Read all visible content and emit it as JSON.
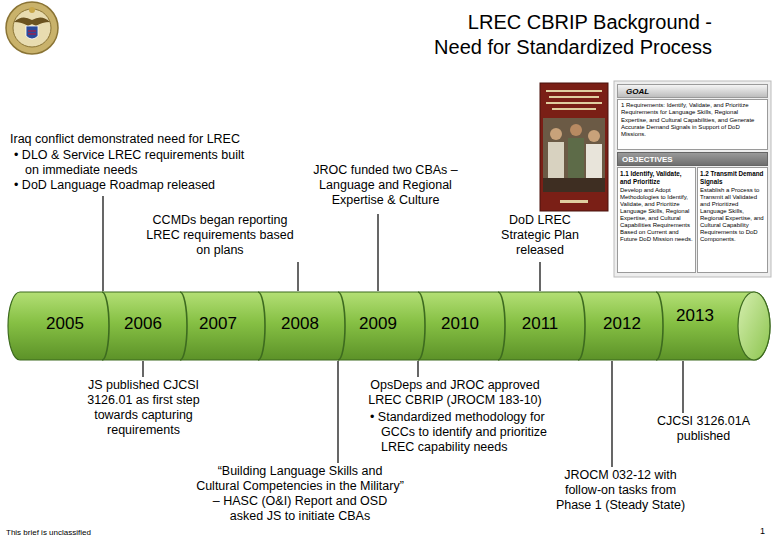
{
  "diagram": {
    "title": "LREC CBRIP Background - Need for Standardized Process",
    "nodes": [
      {
        "text": [
          "GOAL"
        ]
      },
      {
        "text": [
          "1 Requirements: Identify, Validate, and Prioritize Requirements for Language Skills, Regional Expertise, and Cultural Capabilities, and Generate Accurate Demand Signals in Support of DoD Missions."
        ]
      },
      {
        "text": [
          "OBJECTIVES"
        ]
      },
      {
        "text": [
          "1.1 Identify, Validate, and Prioritize",
          "Develop and Adopt Methodologies to Identify, Validate, and Prioritize Language Skills, Regional Expertise, and Cultural Capabilities Requirements Based on Current and Future DoD Mission needs."
        ]
      },
      {
        "text": [
          "1.2 Transmit Demand Signals",
          "Establish a Process to Transmit all Validated and Prioritized Language Skills, Regional Expertise, and Cultural Capability Requirements to DoD Components."
        ]
      },
      {
        "text": [
          "2005",
          "2006",
          "2007",
          "2008",
          "2009",
          "2010",
          "2011",
          "2012",
          "2013"
        ]
      }
    ],
    "labels": [
      "Iraq conflict demonstrated need for LREC",
      "• DLO & Service LREC requirements built on immediate needs",
      "• DoD Language Roadmap released",
      "CCMDs began reporting LREC requirements based on plans",
      "JROC funded two CBAs – Language and Regional Expertise & Culture",
      "DoD LREC Strategic Plan released",
      "JS published CJCSI 3126.01 as first step towards capturing requirements",
      "OpsDeps and JROC approved LREC CBRIP (JROCM 183-10)",
      "• Standardized methodology for GCCs to identify and prioritize LREC capability needs",
      "“Building Language Skills and Cultural Competencies in the Military” – HASC (O&I) Report and OSD asked JS to initiate CBAs",
      "JROCM 032-12 with follow-on tasks from Phase 1 (Steady State)",
      "CJCSI 3126.01A published",
      "This brief is unclassified",
      "1"
    ]
  }
}
